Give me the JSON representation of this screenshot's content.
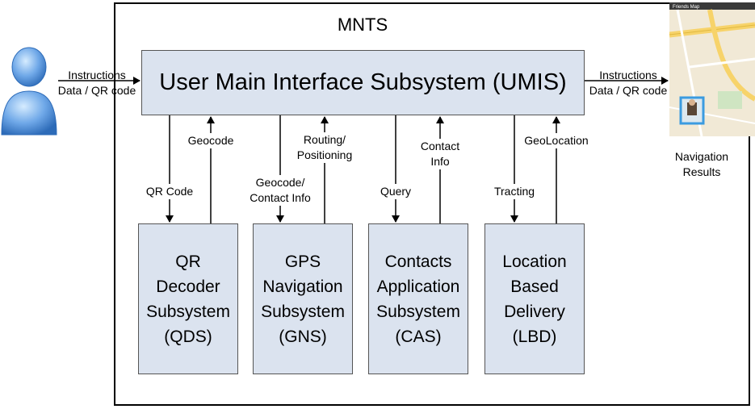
{
  "diagram": {
    "system_title": "MNTS",
    "umis_label": "User Main Interface Subsystem (UMIS)",
    "input_label": [
      "Instructions",
      "Data / QR code"
    ],
    "output_label": [
      "Instructions",
      "Data / QR code"
    ],
    "results_label": [
      "Navigation",
      "Results"
    ],
    "map_header": "Friends Map",
    "subsystems": [
      {
        "lines": [
          "QR",
          "Decoder",
          "Subsystem",
          "(QDS)"
        ],
        "down_label": [
          "QR Code"
        ],
        "up_label": [
          "Geocode"
        ]
      },
      {
        "lines": [
          "GPS",
          "Navigation",
          "Subsystem",
          "(GNS)"
        ],
        "down_label": [
          "Geocode/",
          "Contact Info"
        ],
        "up_label": [
          "Routing/",
          "Positioning"
        ]
      },
      {
        "lines": [
          "Contacts",
          "Application",
          "Subsystem",
          "(CAS)"
        ],
        "down_label": [
          "Query"
        ],
        "up_label": [
          "Contact",
          "Info"
        ]
      },
      {
        "lines": [
          "Location",
          "Based",
          "Delivery",
          "(LBD)"
        ],
        "down_label": [
          "Tracting"
        ],
        "up_label": [
          "GeoLocation"
        ]
      }
    ],
    "colors": {
      "box_fill": "#dbe3ef",
      "border": "#555555",
      "user_icon": "#6fa8e8"
    }
  }
}
